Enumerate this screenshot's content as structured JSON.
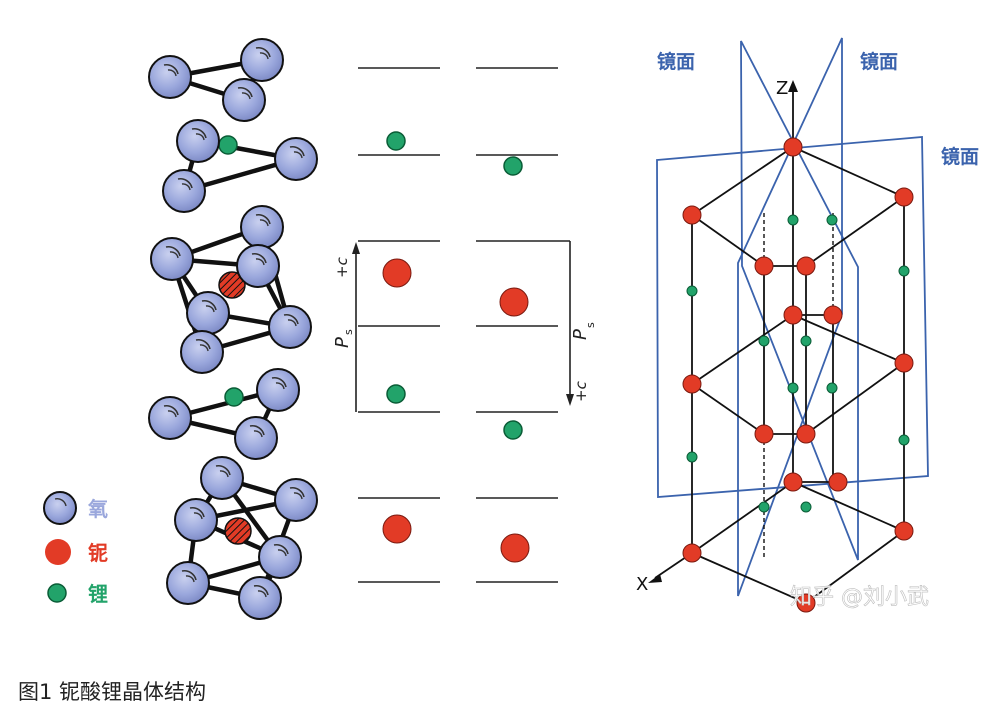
{
  "figure": {
    "caption": "图1 铌酸锂晶体结构",
    "watermark": "知乎 @刘小武"
  },
  "legend": {
    "oxygen": "氧",
    "niobium": "铌",
    "lithium": "锂"
  },
  "stacking": {
    "left_axis_sign": "+c",
    "left_axis_label": "P",
    "left_axis_sub": "s",
    "right_axis_sign": "+c",
    "right_axis_label": "P",
    "right_axis_sub": "s"
  },
  "crystal": {
    "z_axis": "Z",
    "x_axis": "X",
    "mirror_label_1": "镜面",
    "mirror_label_2": "镜面",
    "mirror_label_3": "镜面"
  },
  "colors": {
    "oxygen": "#9aa7dc",
    "niobium": "#e23b26",
    "lithium": "#22a36a",
    "mirror": "#3b63ad",
    "label_blue": "#3b63ad"
  }
}
